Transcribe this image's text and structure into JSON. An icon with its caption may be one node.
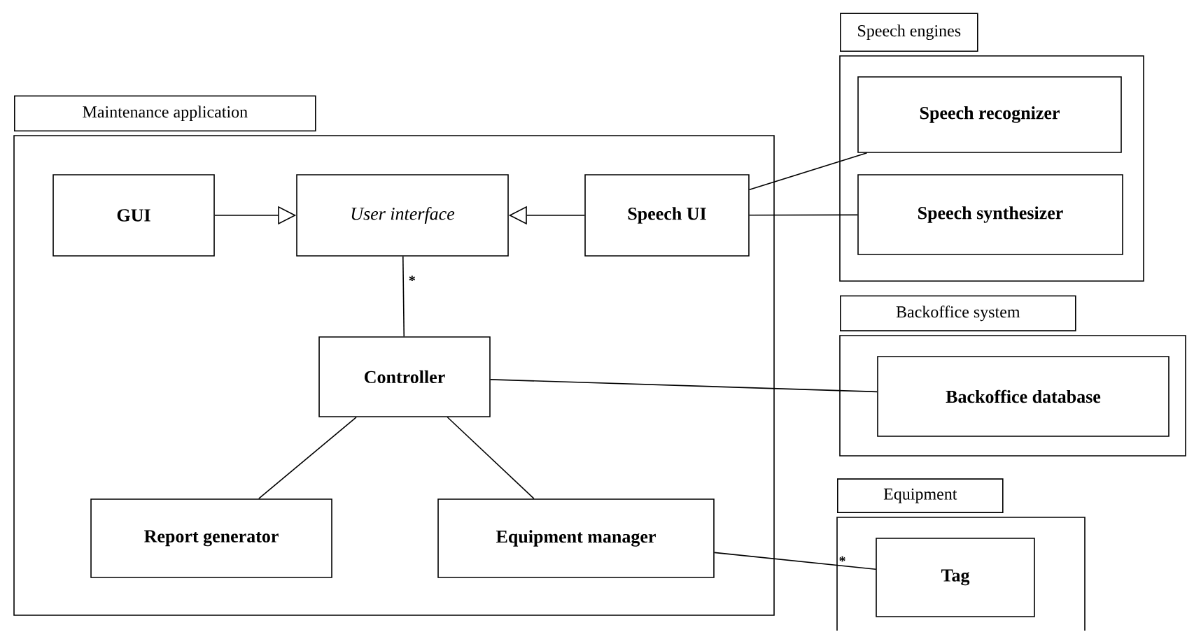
{
  "diagram": {
    "nodes": [
      {
        "text": [
          "Maintenance application"
        ]
      },
      {
        "text": [
          "GUI"
        ],
        "in": 0
      },
      {
        "text": [
          "User interface"
        ],
        "in": 0
      },
      {
        "text": [
          "Speech UI"
        ],
        "in": 0
      },
      {
        "text": [
          "Controller"
        ],
        "in": 0
      },
      {
        "text": [
          "Report generator"
        ],
        "in": 0
      },
      {
        "text": [
          "Equipment manager"
        ],
        "in": 0
      },
      {
        "text": [
          "Speech engines"
        ]
      },
      {
        "text": [
          "Speech recognizer"
        ],
        "in": 7
      },
      {
        "text": [
          "Speech synthesizer"
        ],
        "in": 7
      },
      {
        "text": [
          "Backoffice system"
        ]
      },
      {
        "text": [
          "Backoffice database"
        ],
        "in": 10
      },
      {
        "text": [
          "Equipment"
        ]
      },
      {
        "text": [
          "Tag"
        ],
        "in": 12
      }
    ],
    "edges": [
      {
        "from": 1,
        "to": 2,
        "arrow": "to"
      },
      {
        "from": 3,
        "to": 2,
        "arrow": "to"
      },
      {
        "from": 2,
        "to": 4,
        "arrow": "none",
        "label": "*"
      },
      {
        "from": 3,
        "to": 8,
        "arrow": "none"
      },
      {
        "from": 3,
        "to": 9,
        "arrow": "none"
      },
      {
        "from": 4,
        "to": 11,
        "arrow": "none"
      },
      {
        "from": 4,
        "to": 5,
        "arrow": "none"
      },
      {
        "from": 4,
        "to": 6,
        "arrow": "none"
      },
      {
        "from": 6,
        "to": 13,
        "arrow": "none",
        "label": "*"
      }
    ]
  }
}
